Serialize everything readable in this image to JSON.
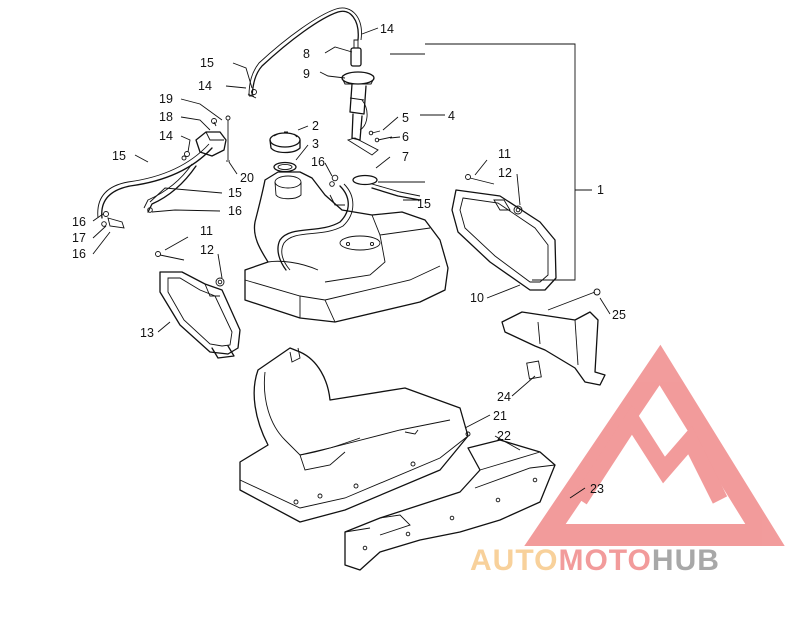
{
  "callouts": [
    {
      "id": "c14a",
      "text": "14"
    },
    {
      "id": "c8",
      "text": "8"
    },
    {
      "id": "c9",
      "text": "9"
    },
    {
      "id": "c15a",
      "text": "15"
    },
    {
      "id": "c14b",
      "text": "14"
    },
    {
      "id": "c19",
      "text": "19"
    },
    {
      "id": "c18",
      "text": "18"
    },
    {
      "id": "c14c",
      "text": "14"
    },
    {
      "id": "c15b",
      "text": "15"
    },
    {
      "id": "c2",
      "text": "2"
    },
    {
      "id": "c3",
      "text": "3"
    },
    {
      "id": "c5",
      "text": "5"
    },
    {
      "id": "c4",
      "text": "4"
    },
    {
      "id": "c6",
      "text": "6"
    },
    {
      "id": "c7",
      "text": "7"
    },
    {
      "id": "c16a",
      "text": "16"
    },
    {
      "id": "c20",
      "text": "20"
    },
    {
      "id": "c15c",
      "text": "15"
    },
    {
      "id": "c15d",
      "text": "15"
    },
    {
      "id": "c16b",
      "text": "16"
    },
    {
      "id": "c16c",
      "text": "16"
    },
    {
      "id": "c17",
      "text": "17"
    },
    {
      "id": "c16d",
      "text": "16"
    },
    {
      "id": "c11a",
      "text": "11"
    },
    {
      "id": "c12a",
      "text": "12"
    },
    {
      "id": "c11b",
      "text": "11"
    },
    {
      "id": "c12b",
      "text": "12"
    },
    {
      "id": "c1",
      "text": "1"
    },
    {
      "id": "c10",
      "text": "10"
    },
    {
      "id": "c13",
      "text": "13"
    },
    {
      "id": "c25",
      "text": "25"
    },
    {
      "id": "c24",
      "text": "24"
    },
    {
      "id": "c21",
      "text": "21"
    },
    {
      "id": "c22",
      "text": "22"
    },
    {
      "id": "c23",
      "text": "23"
    }
  ],
  "watermark": {
    "part1": "AUTO",
    "part2": "MOTO",
    "part3": "HUB",
    "color_light": "#f7c98a",
    "color_mid": "#f08a8a",
    "color_dark": "#9a9a9a",
    "logo_color": "#e84a4a"
  }
}
